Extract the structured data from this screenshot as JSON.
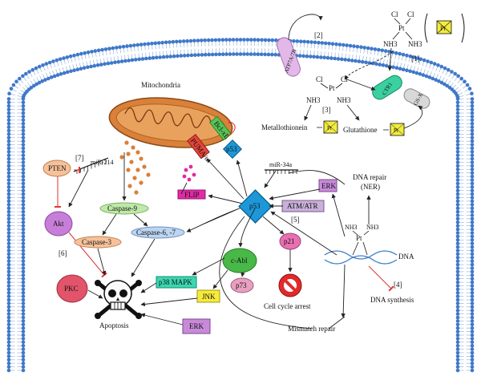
{
  "refs": {
    "r1": "[1]",
    "r2": "[2]",
    "r3": "[3]",
    "r4": "[4]",
    "r5": "[5]",
    "r6": "[6]",
    "r7": "[7]"
  },
  "cisplatin": {
    "cl1": "Cl",
    "cl2": "Cl",
    "pt": "Pt",
    "nh3_a": "NH3",
    "nh3_b": "NH3",
    "icon": "Pt"
  },
  "aquated": {
    "cl1": "Cl",
    "cl2": "Cl",
    "pt": "Pt",
    "nh3_a": "NH3",
    "nh3_b": "NH3"
  },
  "transporters": {
    "atp7": "ATP7A/7B",
    "ctr1": "CTR1",
    "gsx": "GS-X"
  },
  "mito": {
    "title": "Mitochondria"
  },
  "conjugates": {
    "metallothionein": "Metallothionein",
    "glutathione": "Glutathione",
    "pt_icon": "Pt"
  },
  "nodes": {
    "pten": "PTEN",
    "mir214": "miR-214",
    "akt": "Akt",
    "pkc": "PKC",
    "caspase9": "Caspase-9",
    "caspase3": "Caspase-3",
    "caspase67": "Caspase-6, -7",
    "flip": "FLIP",
    "puma": "PUMA/α",
    "bclxl": "Bcl-xL",
    "p53_small": "p53",
    "mir34a": "miR-34a",
    "p53": "p53",
    "atm_atr": "ATM/ATR",
    "erk_top": "ERK",
    "p21": "p21",
    "cabl": "c-Abl",
    "p73": "p73",
    "p38": "p38 MAPK",
    "jnk": "JNK",
    "erk_bottom": "ERK"
  },
  "dna_adduct": {
    "nh3_a": "NH3",
    "nh3_b": "NH3",
    "pt": "Pt",
    "dna": "DNA"
  },
  "labels": {
    "dna_repair": "DNA repair",
    "ner": "(NER)",
    "cell_cycle_arrest": "Cell cycle arrest",
    "mismatch_repair": "Mismatch repair",
    "dna_synthesis": "DNA synthesis",
    "apoptosis": "Apoptosis"
  },
  "colors": {
    "membrane_head": "#3f78c8",
    "membrane_tail": "#9bb6de",
    "mito_fill": "#d9803a",
    "pt_box": "#f2ec3e",
    "pten": "#f6c19a",
    "akt": "#c77ed8",
    "pkc": "#e2546a",
    "caspase9": "#bfe8a9",
    "caspase3": "#f6c19a",
    "caspase67": "#bcd5f0",
    "flip": "#e22aa6",
    "puma": "#e2443a",
    "bclxl": "#56c456",
    "p53": "#1c98d8",
    "atm": "#c8b0d8",
    "erk": "#c88ad8",
    "p21": "#e870b0",
    "cabl": "#48b848",
    "p73": "#e8a0c0",
    "p38": "#3ad8b0",
    "jnk": "#f6ea3c",
    "inhibit": "#e23030"
  }
}
